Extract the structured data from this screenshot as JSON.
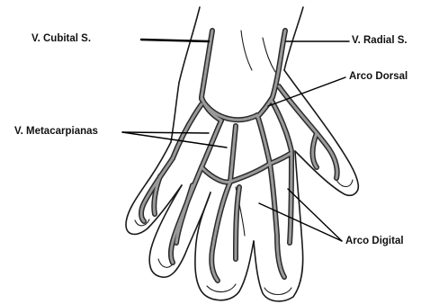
{
  "labels": {
    "cubital": "V. Cubital S.",
    "radial": "V. Radial S.",
    "arco_dorsal": "Arco Dorsal",
    "metacarpianas": "V. Metacarpianas",
    "arco_digital": "Arco Digital"
  },
  "colors": {
    "outline": "#1a1a1a",
    "vein_edge": "#2b2b2b",
    "vein_fill": "#9a9a9a",
    "background": "#ffffff"
  }
}
